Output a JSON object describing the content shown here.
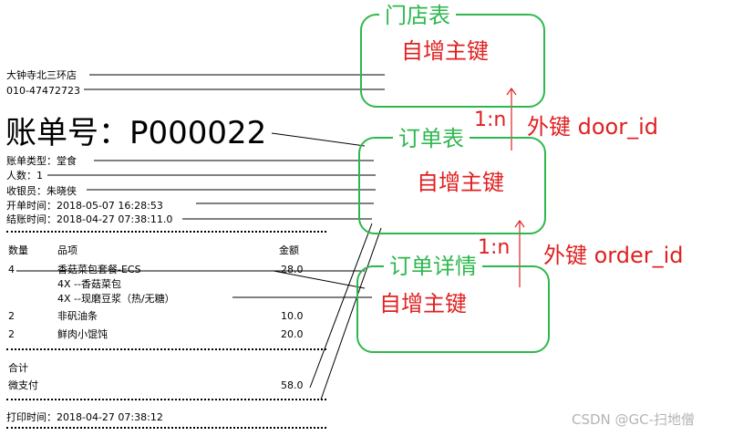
{
  "receipt": {
    "store_name": "大钟寺北三环店",
    "phone": "010-47472723",
    "bill_no": "账单号：P000022",
    "bill_type": "账单类型：堂食",
    "people": "人数：1",
    "cashier": "收银员：朱晓侠",
    "open_time": "开单时间：2018-05-07 16:28:53",
    "close_time": "结账时间：2018-04-27 07:38:11.0",
    "col_qty": "数量",
    "col_item": "品项",
    "col_amount": "金额",
    "items": [
      {
        "qty": "4",
        "name": "香菇菜包套餐-ECS",
        "amount": "28.0"
      },
      {
        "qty": "",
        "name": "4X --香菇菜包",
        "amount": ""
      },
      {
        "qty": "",
        "name": "4X --现磨豆浆（热/无糖）",
        "amount": ""
      },
      {
        "qty": "2",
        "name": "非矾油条",
        "amount": "10.0"
      },
      {
        "qty": "2",
        "name": "鲜肉小馄饨",
        "amount": "20.0"
      }
    ],
    "total_label": "合计",
    "pay_method": "微支付",
    "pay_amount": "58.0",
    "print_time": "打印时间：2018-04-27 07:38:12"
  },
  "diagram": {
    "store_table": {
      "title": "门店表",
      "pk": "自增主键"
    },
    "order_table": {
      "title": "订单表",
      "pk": "自增主键"
    },
    "detail_table": {
      "title": "订单详情",
      "pk": "自增主键"
    },
    "rel_store_order": {
      "cardinality": "1:n",
      "fk": "外键 door_id"
    },
    "rel_order_detail": {
      "cardinality": "1:n",
      "fk": "外键 order_id"
    },
    "colors": {
      "box": "#2db84d",
      "key": "#e02020"
    }
  },
  "watermark": "CSDN @GC-扫地僧"
}
